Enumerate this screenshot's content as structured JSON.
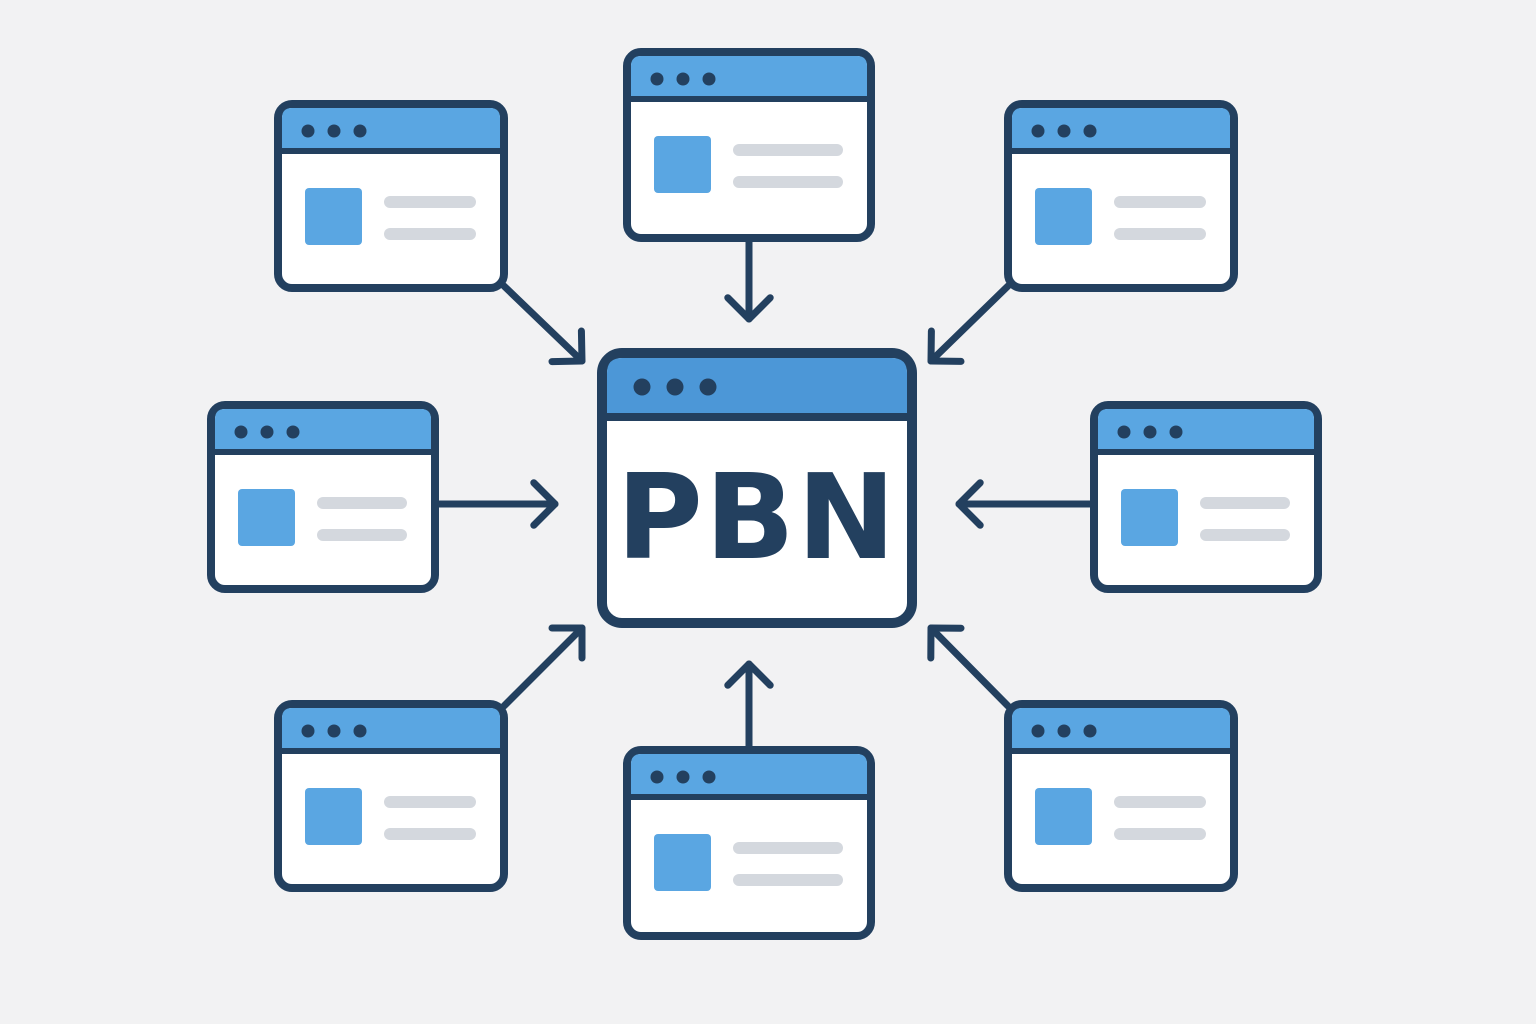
{
  "hub": {
    "label": "PBN"
  },
  "colors": {
    "background": "#f2f2f3",
    "outline": "#23405f",
    "titlebar": "#5aa6e2",
    "hub_titlebar": "#4c97d7",
    "window_body": "#ffffff",
    "thumbnail": "#5aa6e2",
    "text_line": "#d4d8de",
    "dots": "#23405f"
  },
  "icons": {
    "window": "browser-window-icon",
    "arrow": "arrow-icon"
  },
  "satellites": [
    {
      "name": "top-left"
    },
    {
      "name": "top"
    },
    {
      "name": "top-right"
    },
    {
      "name": "left"
    },
    {
      "name": "right"
    },
    {
      "name": "bottom-left"
    },
    {
      "name": "bottom"
    },
    {
      "name": "bottom-right"
    }
  ]
}
